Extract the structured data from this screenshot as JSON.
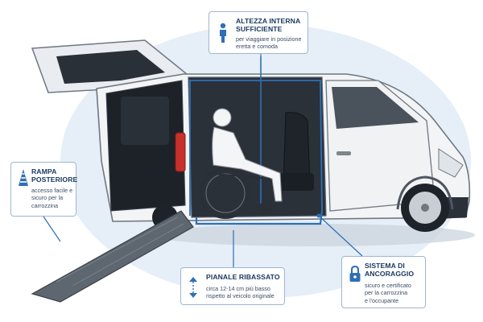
{
  "callouts": {
    "height": {
      "title": [
        "ALTEZZA INTERNA",
        "SUFFICIENTE"
      ],
      "description": [
        "per viaggiare in posizione",
        "eretta e comoda"
      ],
      "icon": "person-standing-icon"
    },
    "ramp": {
      "title": [
        "RAMPA",
        "POSTERIORE"
      ],
      "description": [
        "accesso facile e",
        "sicuro per la",
        "carrozzina"
      ],
      "icon": "ramp-cone-icon"
    },
    "floor": {
      "title": [
        "PIANALE RIBASSATO"
      ],
      "description": [
        "circa 12-14 cm più basso",
        "rispetto al veicolo originale"
      ],
      "icon": "vertical-arrows-icon"
    },
    "anchor": {
      "title": [
        "SISTEMA DI",
        "ANCORAGGIO"
      ],
      "description": [
        "sicuro e certificato",
        "per la carrozzina",
        "e l'occupante"
      ],
      "icon": "padlock-icon"
    }
  },
  "colors": {
    "accent": "#2f6fb5",
    "title": "#17365f",
    "callout_border": "#9fb6cf",
    "van_body": "#f2f4f6",
    "interior": "#1d2228",
    "background_ellipse": "#e6eef7"
  }
}
